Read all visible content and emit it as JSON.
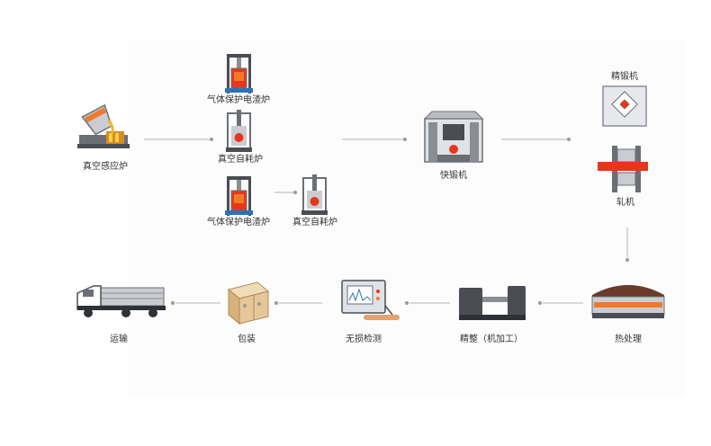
{
  "colors": {
    "connector": "#b5b5b5",
    "dot": "#9a9a9a",
    "molten": "#e8361d",
    "steel": "#6b6f75",
    "light_steel": "#c9cdd2",
    "frame": "#4a4e54",
    "wood": "#e6c79a",
    "glow": "#f07a2a",
    "label": "#333333"
  },
  "nodes": {
    "vacuum_induction_furnace": "真空感应炉",
    "esr_furnace_top": "气体保护电渣炉",
    "var_furnace_middle": "真空自耗炉",
    "esr_furnace_bottom": "气体保护电渣炉",
    "var_furnace_bottom": "真空自耗炉",
    "fast_forging_press": "快锻机",
    "precision_forging_machine": "精锻机",
    "rolling_mill": "轧机",
    "heat_treatment": "热处理",
    "finishing": "精整（机加工）",
    "ndt": "无损检测",
    "packaging": "包装",
    "transport": "运输"
  },
  "icons": {
    "vacuum_induction_furnace": "ladle-pouring-icon",
    "esr_furnace": "electroslag-furnace-icon",
    "var_furnace": "vacuum-arc-furnace-icon",
    "fast_forging_press": "forging-press-icon",
    "precision_forging_machine": "precision-forging-icon",
    "rolling_mill": "rolling-mill-icon",
    "heat_treatment": "heat-treatment-furnace-icon",
    "finishing": "lathe-icon",
    "ndt": "ultrasonic-tester-icon",
    "packaging": "wooden-crate-icon",
    "transport": "truck-icon"
  }
}
